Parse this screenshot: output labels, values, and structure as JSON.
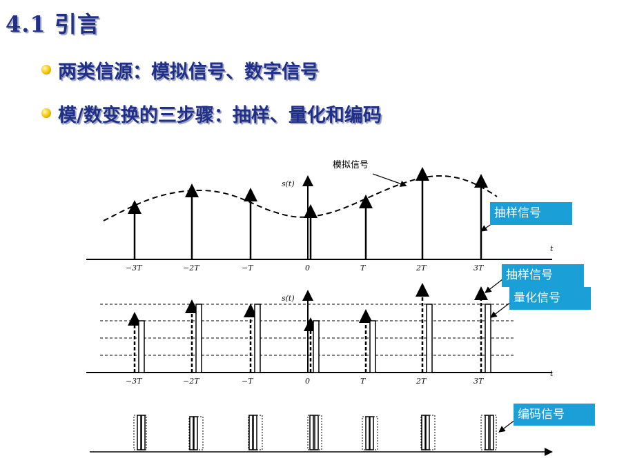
{
  "slide": {
    "title": "4.1 引言",
    "bullets": [
      "两类信源：模拟信号、数字信号",
      "模/数变换的三步骤：抽样、量化和编码"
    ]
  },
  "figure": {
    "analog_label": "模拟信号",
    "signal_label": "s(t)",
    "t_label": "t",
    "ticks": [
      "−3T",
      "−2T",
      "−T",
      "0",
      "T",
      "2T",
      "3T"
    ],
    "callouts": {
      "sampled_1": "抽样信号",
      "sampled_2": "抽样信号",
      "quantized": "量化信号",
      "encoded": "编码信号"
    }
  }
}
